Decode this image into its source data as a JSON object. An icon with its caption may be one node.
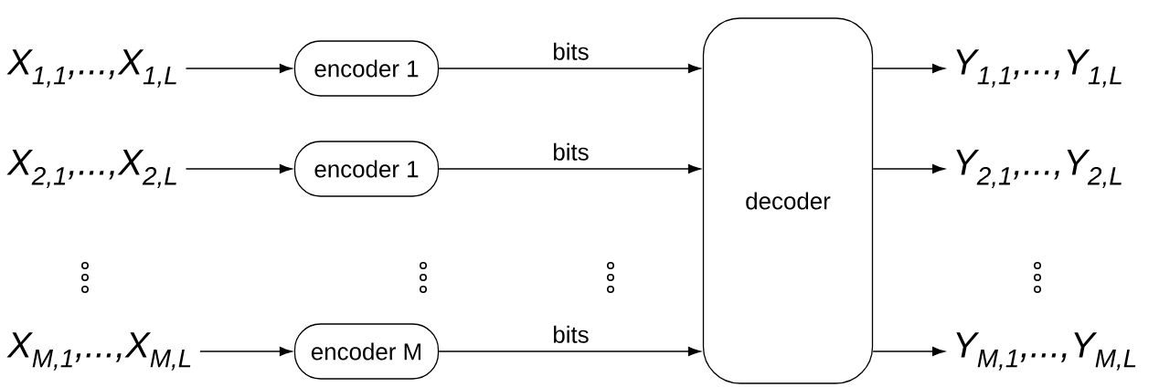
{
  "diagram": {
    "nodes": [
      {
        "text": [
          "X$_{1,1}$,...,X$_{1,L}$"
        ]
      },
      {
        "text": [
          "X$_{2,1}$,...,X$_{2,L}$"
        ]
      },
      {
        "text": [
          "X$_{M,1}$,...,X$_{M,L}$"
        ]
      },
      {
        "text": [
          "encoder 1"
        ]
      },
      {
        "text": [
          "encoder 1"
        ]
      },
      {
        "text": [
          "encoder M"
        ]
      },
      {
        "text": [
          "decoder"
        ]
      },
      {
        "text": [
          "Y$_{1,1}$,...,Y$_{1,L}$"
        ]
      },
      {
        "text": [
          "Y$_{2,1}$,...,Y$_{2,L}$"
        ]
      },
      {
        "text": [
          "Y$_{M,1}$,...,Y$_{M,L}$"
        ]
      }
    ],
    "edges": [
      {
        "from": 0,
        "to": 3,
        "arrow": "to"
      },
      {
        "from": 1,
        "to": 4,
        "arrow": "to"
      },
      {
        "from": 2,
        "to": 5,
        "arrow": "to"
      },
      {
        "from": 3,
        "to": 6,
        "arrow": "to",
        "label": "bits"
      },
      {
        "from": 4,
        "to": 6,
        "arrow": "to",
        "label": "bits"
      },
      {
        "from": 5,
        "to": 6,
        "arrow": "to",
        "label": "bits"
      },
      {
        "from": 6,
        "to": 7,
        "arrow": "to"
      },
      {
        "from": 6,
        "to": 8,
        "arrow": "to"
      },
      {
        "from": 6,
        "to": 9,
        "arrow": "to"
      }
    ]
  }
}
